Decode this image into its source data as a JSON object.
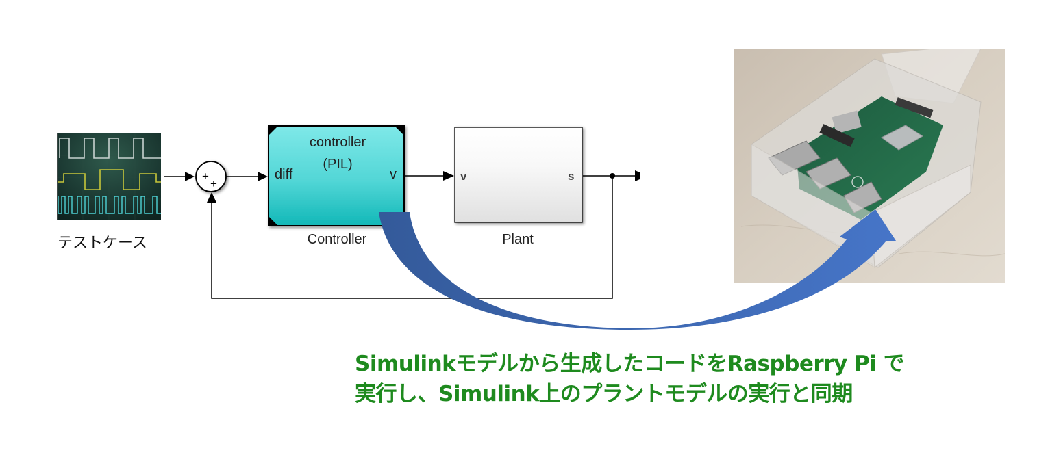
{
  "diagram": {
    "test_case": {
      "label": "テストケース",
      "icon": "oscilloscope-signals-icon",
      "signal_colors": [
        "#c8d2d0",
        "#c7c63a",
        "#4fd3d6"
      ]
    },
    "sum_block": {
      "signs": [
        "+",
        "+"
      ]
    },
    "controller_block": {
      "title_line1": "controller",
      "title_line2": "(PIL)",
      "input_port": "diff",
      "output_port": "v",
      "label": "Controller",
      "fill_top": "#7ee8e8",
      "fill_bottom": "#12b8b8"
    },
    "plant_block": {
      "input_port": "v",
      "output_port": "s",
      "label": "Plant"
    },
    "hardware_photo": {
      "description": "Raspberry Pi board in clear acrylic case",
      "icon": "raspberry-pi-photo"
    },
    "arrow": {
      "from": "Controller",
      "to": "Raspberry Pi",
      "color_start": "#345a9a",
      "color_end": "#4675c8"
    },
    "caption": {
      "line1": "Simulinkモデルから生成したコードをRaspberry Pi で",
      "line2": "実行し、Simulink上のプラントモデルの実行と同期",
      "color": "#1e8a1e"
    }
  }
}
